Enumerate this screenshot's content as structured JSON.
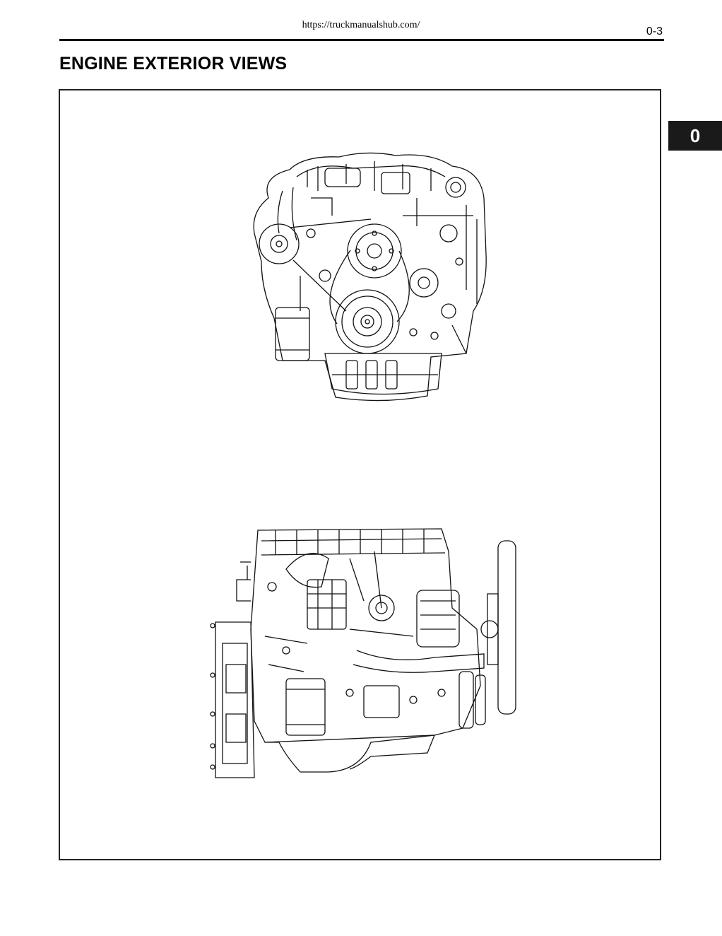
{
  "header": {
    "url": "https://truckmanualshub.com/",
    "page_number": "0-3"
  },
  "section": {
    "title": "ENGINE EXTERIOR VIEWS",
    "tab_label": "0"
  },
  "figures": {
    "front_view": {
      "icon": "engine-front-view-drawing"
    },
    "side_view": {
      "icon": "engine-side-view-drawing"
    }
  }
}
